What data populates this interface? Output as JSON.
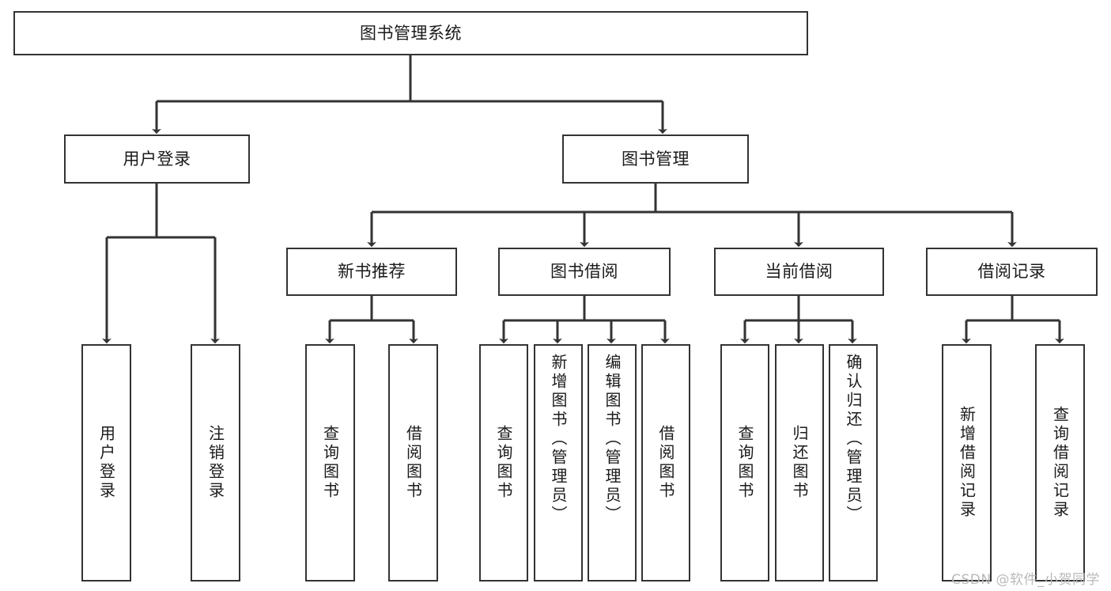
{
  "diagram": {
    "title": "图书管理系统",
    "watermark": "CSDN @软件_小贺同学",
    "colors": {
      "box_border": "#333333",
      "box_fill": "#ffffff",
      "connector": "#333333",
      "text": "#1a1a1a",
      "watermark": "#b9b9b9",
      "background": "#ffffff"
    },
    "root": {
      "label": "图书管理系统"
    },
    "level1": [
      {
        "label": "用户登录"
      },
      {
        "label": "图书管理"
      }
    ],
    "level2": [
      {
        "label": "新书推荐"
      },
      {
        "label": "图书借阅"
      },
      {
        "label": "当前借阅"
      },
      {
        "label": "借阅记录"
      }
    ],
    "leaves": {
      "user_login": [
        {
          "label": "用户登录"
        },
        {
          "label": "注销登录"
        }
      ],
      "new_book_recommend": [
        {
          "label": "查询图书"
        },
        {
          "label": "借阅图书"
        }
      ],
      "book_borrow": [
        {
          "label": "查询图书"
        },
        {
          "label": "新增图书（管理员）"
        },
        {
          "label": "编辑图书（管理员）"
        },
        {
          "label": "借阅图书"
        }
      ],
      "current_borrow": [
        {
          "label": "查询图书"
        },
        {
          "label": "归还图书"
        },
        {
          "label": "确认归还（管理员）"
        }
      ],
      "borrow_record": [
        {
          "label": "新增借阅记录"
        },
        {
          "label": "查询借阅记录"
        }
      ]
    }
  }
}
